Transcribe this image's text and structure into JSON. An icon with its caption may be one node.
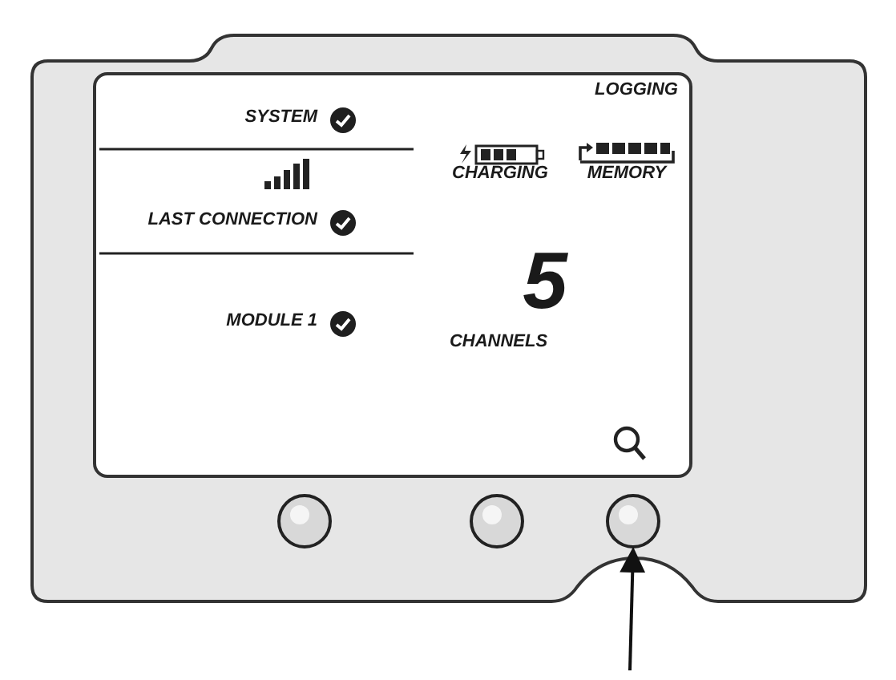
{
  "diagram": {
    "nodes": [
      {
        "text": [],
        "shape": "circle"
      },
      {
        "text": [],
        "shape": "circle"
      },
      {
        "text": [],
        "shape": "circle"
      }
    ],
    "edges": [
      {
        "from": null,
        "to": 2,
        "arrow": "to"
      }
    ],
    "labels": [
      "LOGGING",
      "SYSTEM",
      "CHARGING",
      "MEMORY",
      "LAST CONNECTION",
      "5",
      "CHANNELS",
      "MODULE 1"
    ]
  }
}
